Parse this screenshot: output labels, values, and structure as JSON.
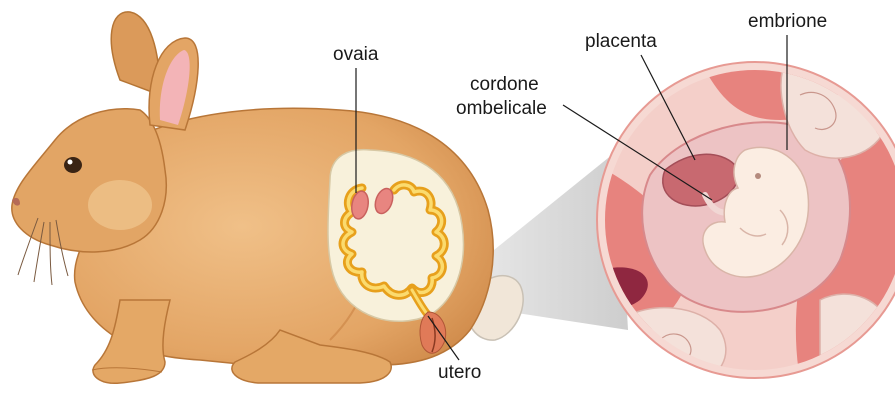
{
  "labels": {
    "ovaia": "ovaia",
    "placenta": "placenta",
    "embrione": "embrione",
    "cordone_line1": "cordone",
    "cordone_line2": "ombelicale",
    "utero": "utero"
  },
  "colors": {
    "fur": "#E3A565",
    "fur_light": "#F2CC97",
    "fur_dark": "#C98242",
    "ear_inner": "#F3B4B7",
    "cavity": "#F8F1DB",
    "uterus": "#F0AE1C",
    "uterus_light": "#FBDB6E",
    "ovary": "#E88580",
    "circle_bg": "#F4CFC9",
    "uterine_wall": "#E7837E",
    "sac": "#EDC3C4",
    "placenta": "#C86970",
    "embryo": "#FBEDE2",
    "dark_tissue": "#8F2740",
    "zoom_cone": "#D6D6D6"
  }
}
